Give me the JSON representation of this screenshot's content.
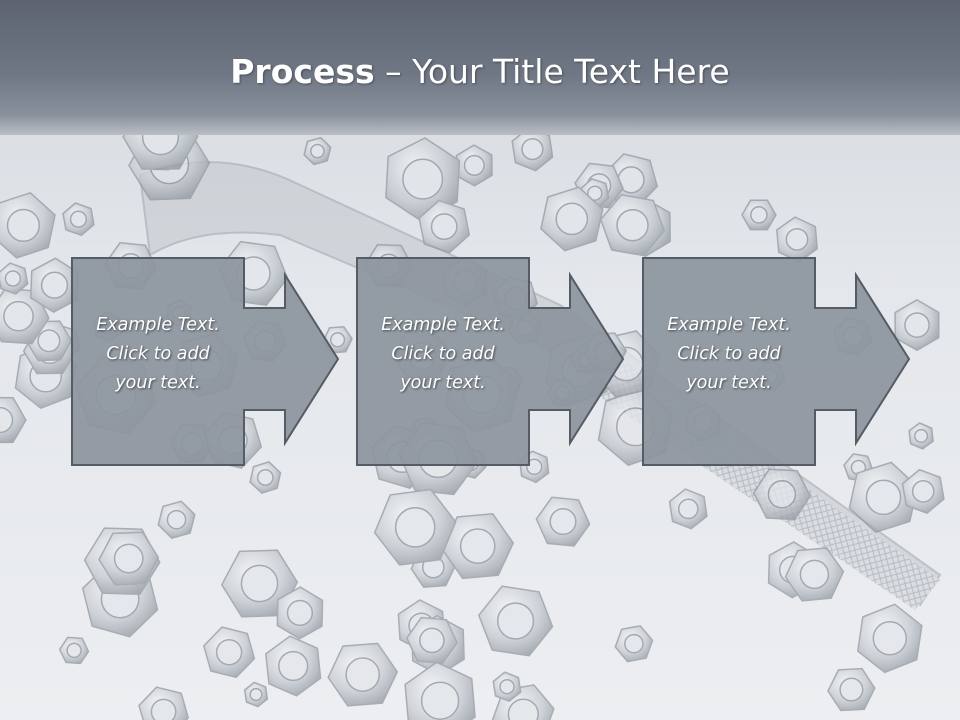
{
  "slide": {
    "title_bold": "Process",
    "title_rest": " – Your Title Text Here"
  },
  "steps": [
    {
      "line1": "Example Text.",
      "line2": "Click  to add",
      "line3": "your text."
    },
    {
      "line1": "Example Text.",
      "line2": "Click  to add",
      "line3": "your text."
    },
    {
      "line1": "Example Text.",
      "line2": "Click  to add",
      "line3": "your text."
    }
  ],
  "colors": {
    "header": "#6f7784",
    "box_fill": "#8d949e",
    "box_border": "#555c66",
    "text": "#ffffff"
  },
  "background_art": "nuts-bolts-and-wrench-photo"
}
